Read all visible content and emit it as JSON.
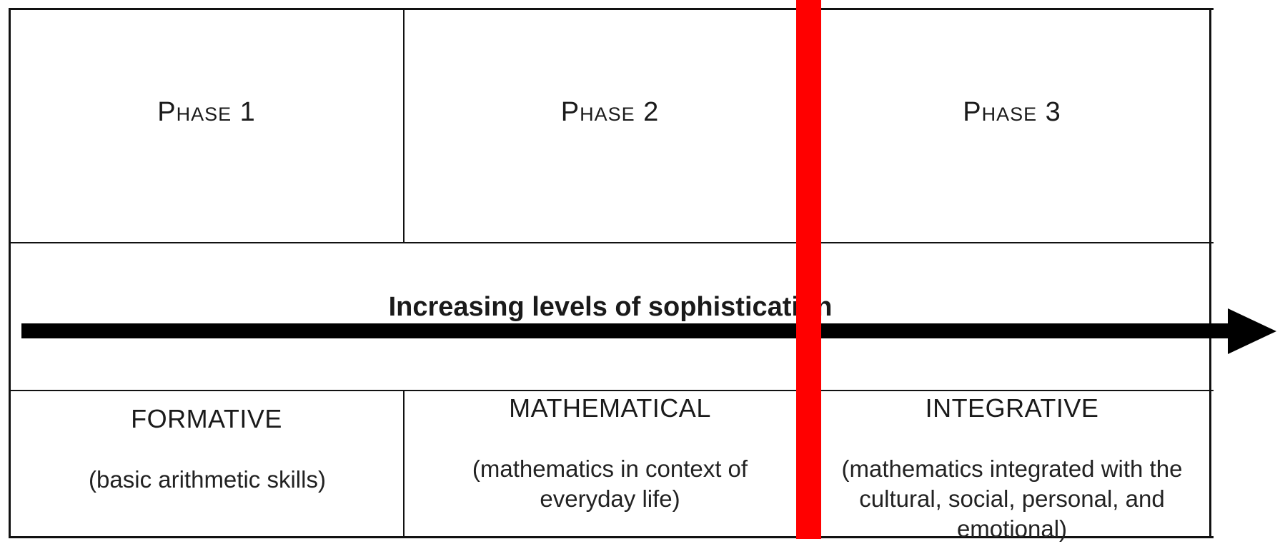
{
  "phases": [
    {
      "label": "Phase 1"
    },
    {
      "label": "Phase 2"
    },
    {
      "label": "Phase 3"
    }
  ],
  "progression": {
    "label": "Increasing levels of sophistication"
  },
  "stages": [
    {
      "name": "FORMATIVE",
      "description": "(basic arithmetic skills)"
    },
    {
      "name": "MATHEMATICAL",
      "description": "(mathematics in context of everyday life)"
    },
    {
      "name": "INTEGRATIVE",
      "description": "(mathematics integrated with the cultural, social, personal, and emotional)"
    }
  ],
  "colors": {
    "lines": "#111111",
    "arrow": "#000000",
    "overlay_bar": "#ff0000"
  }
}
